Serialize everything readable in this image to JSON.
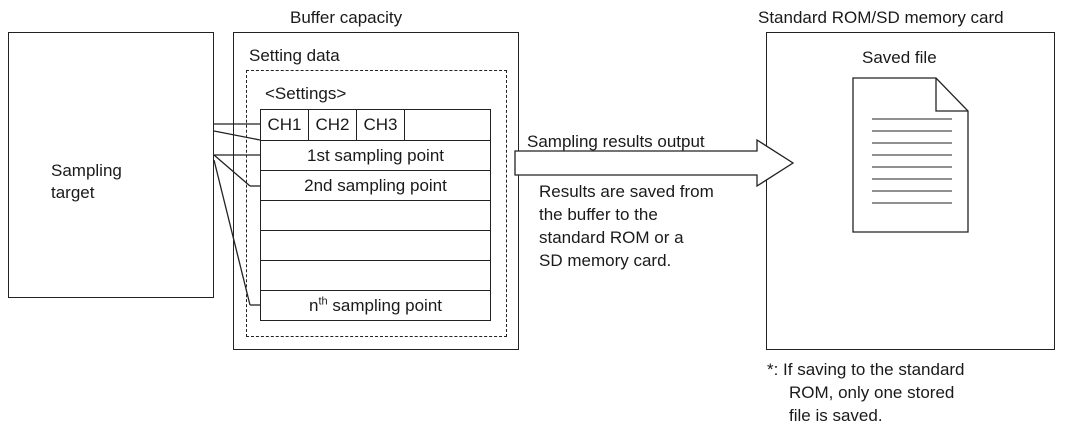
{
  "buffer": {
    "title": "Buffer capacity",
    "setting_data_label": "Setting data",
    "settings_label": "<Settings>",
    "channels": [
      "CH1",
      "CH2",
      "CH3"
    ],
    "rows": [
      "1st sampling point",
      "2nd sampling point",
      "",
      "",
      ""
    ],
    "nth_prefix": "n",
    "nth_sup": "th",
    "nth_suffix": " sampling point"
  },
  "target": {
    "line1": "Sampling",
    "line2": "target"
  },
  "output": {
    "arrow_label": "Sampling results output",
    "desc_lines": [
      "Results are saved from",
      "the buffer to the",
      "standard ROM or a",
      "SD memory card."
    ]
  },
  "storage": {
    "title": "Standard ROM/SD memory card",
    "file_label": "Saved file",
    "note_lines": [
      "*: If saving to the standard",
      "ROM, only one stored",
      "file is saved."
    ]
  }
}
